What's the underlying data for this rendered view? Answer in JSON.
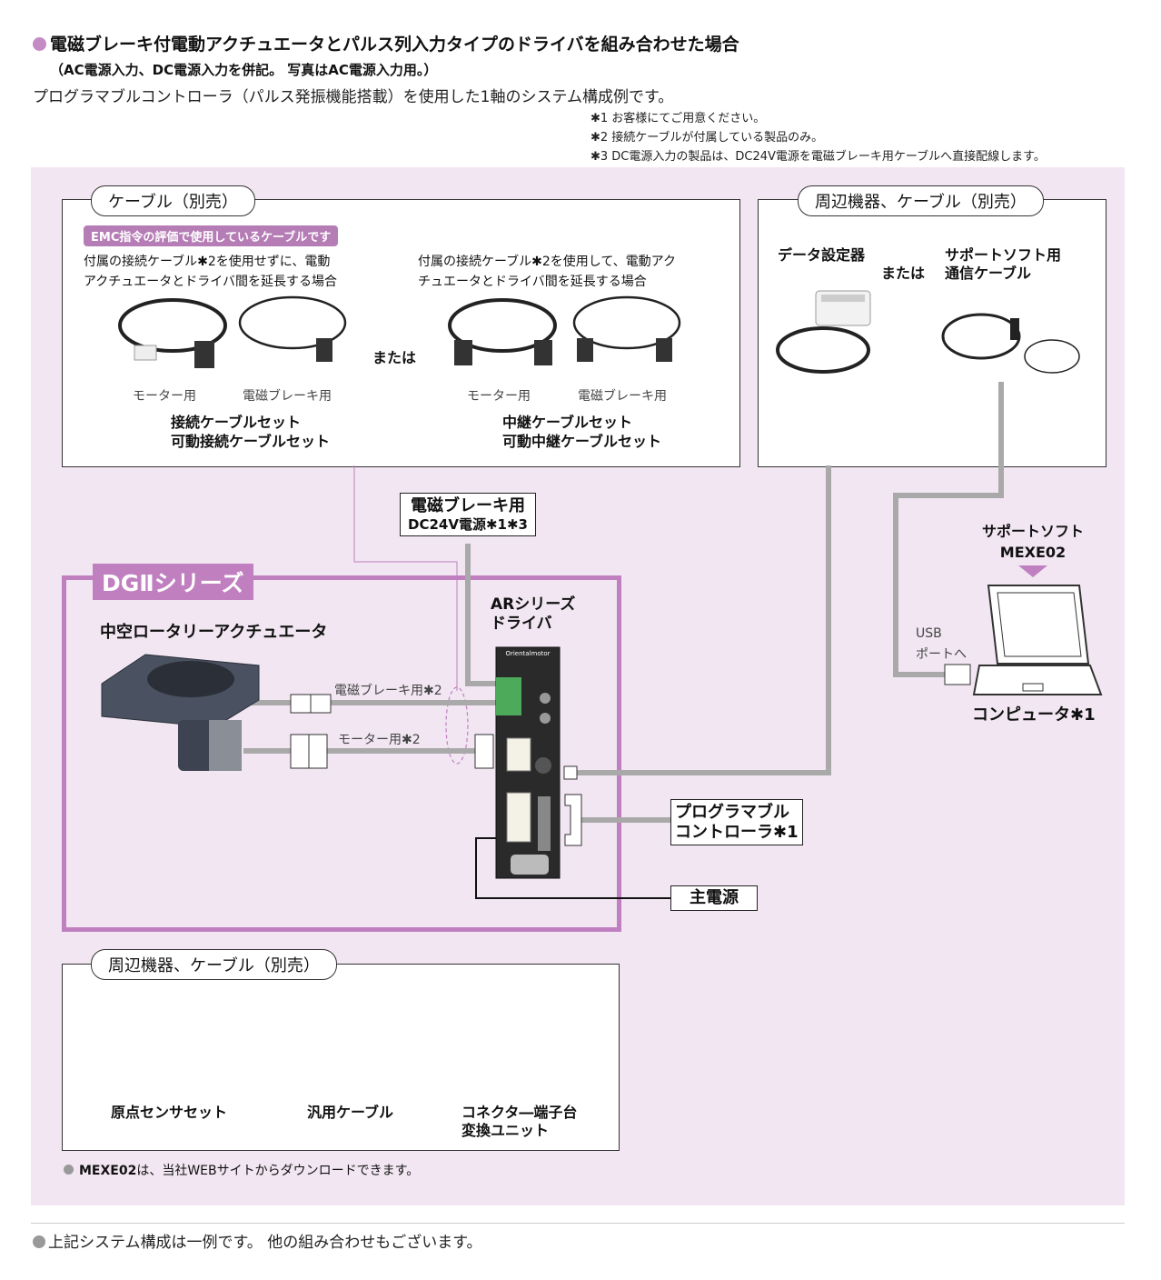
{
  "header": {
    "title": "電磁ブレーキ付電動アクチュエータとパルス列入力タイプのドライバを組み合わせた場合",
    "subtitle": "（AC電源入力、DC電源入力を併記。 写真はAC電源入力用。）",
    "description": "プログラマブルコントローラ（パルス発振機能搭載）を使用した1軸のシステム構成例です。",
    "notes": [
      "✱1 お客様にてご用意ください。",
      "✱2 接続ケーブルが付属している製品のみ。",
      "✱3 DC電源入力の製品は、DC24V電源を電磁ブレーキ用ケーブルへ直接配線します。"
    ]
  },
  "cables": {
    "title": "ケーブル（別売）",
    "emc_badge": "EMC指令の評価で使用しているケーブルです",
    "left_desc": [
      "付属の接続ケーブル✱2を使用せずに、電動",
      "アクチュエータとドライバ間を延長する場合"
    ],
    "right_desc": [
      "付属の接続ケーブル✱2を使用して、電動アク",
      "チュエータとドライバ間を延長する場合"
    ],
    "or": "または",
    "motor": "モーター用",
    "brake": "電磁ブレーキ用",
    "left_set": [
      "接続ケーブルセット",
      "可動接続ケーブルセット"
    ],
    "right_set": [
      "中継ケーブルセット",
      "可動中継ケーブルセット"
    ]
  },
  "peripheral_top": {
    "title": "周辺機器、ケーブル（別売）",
    "data_setter": "データ設定器",
    "or": "または",
    "support_cable": [
      "サポートソフト用",
      "通信ケーブル"
    ]
  },
  "diagram": {
    "brake_power": [
      "電磁ブレーキ用",
      "DC24V電源✱1✱3"
    ],
    "support_soft": [
      "サポートソフト",
      "MEXE02"
    ],
    "series_tag": "DGⅡシリーズ",
    "actuator": "中空ロータリーアクチュエータ",
    "driver": [
      "ARシリーズ",
      "ドライバ"
    ],
    "usb": [
      "USB",
      "ポートへ"
    ],
    "computer": "コンピュータ✱1",
    "brake_cable": "電磁ブレーキ用✱2",
    "motor_cable": "モーター用✱2",
    "plc": [
      "プログラマブル",
      "コントローラ✱1"
    ],
    "main_power": "主電源",
    "driver_brand": "Orientalmotor"
  },
  "peripheral_bottom": {
    "title": "周辺機器、ケーブル（別売）",
    "items": [
      [
        "原点センサセット"
      ],
      [
        "汎用ケーブル"
      ],
      [
        "コネクタ―端子台",
        "変換ユニット"
      ]
    ]
  },
  "footnote": {
    "bold": "MEXE02",
    "text": "は、当社WEBサイトからダウンロードできます。"
  },
  "bottom_note": "上記システム構成は一例です。 他の組み合わせもございます。",
  "colors": {
    "accent": "#c080c0",
    "panel": "#f1e6f1",
    "cable_line": "#a9a9a9",
    "badge": "#b57cb5"
  }
}
